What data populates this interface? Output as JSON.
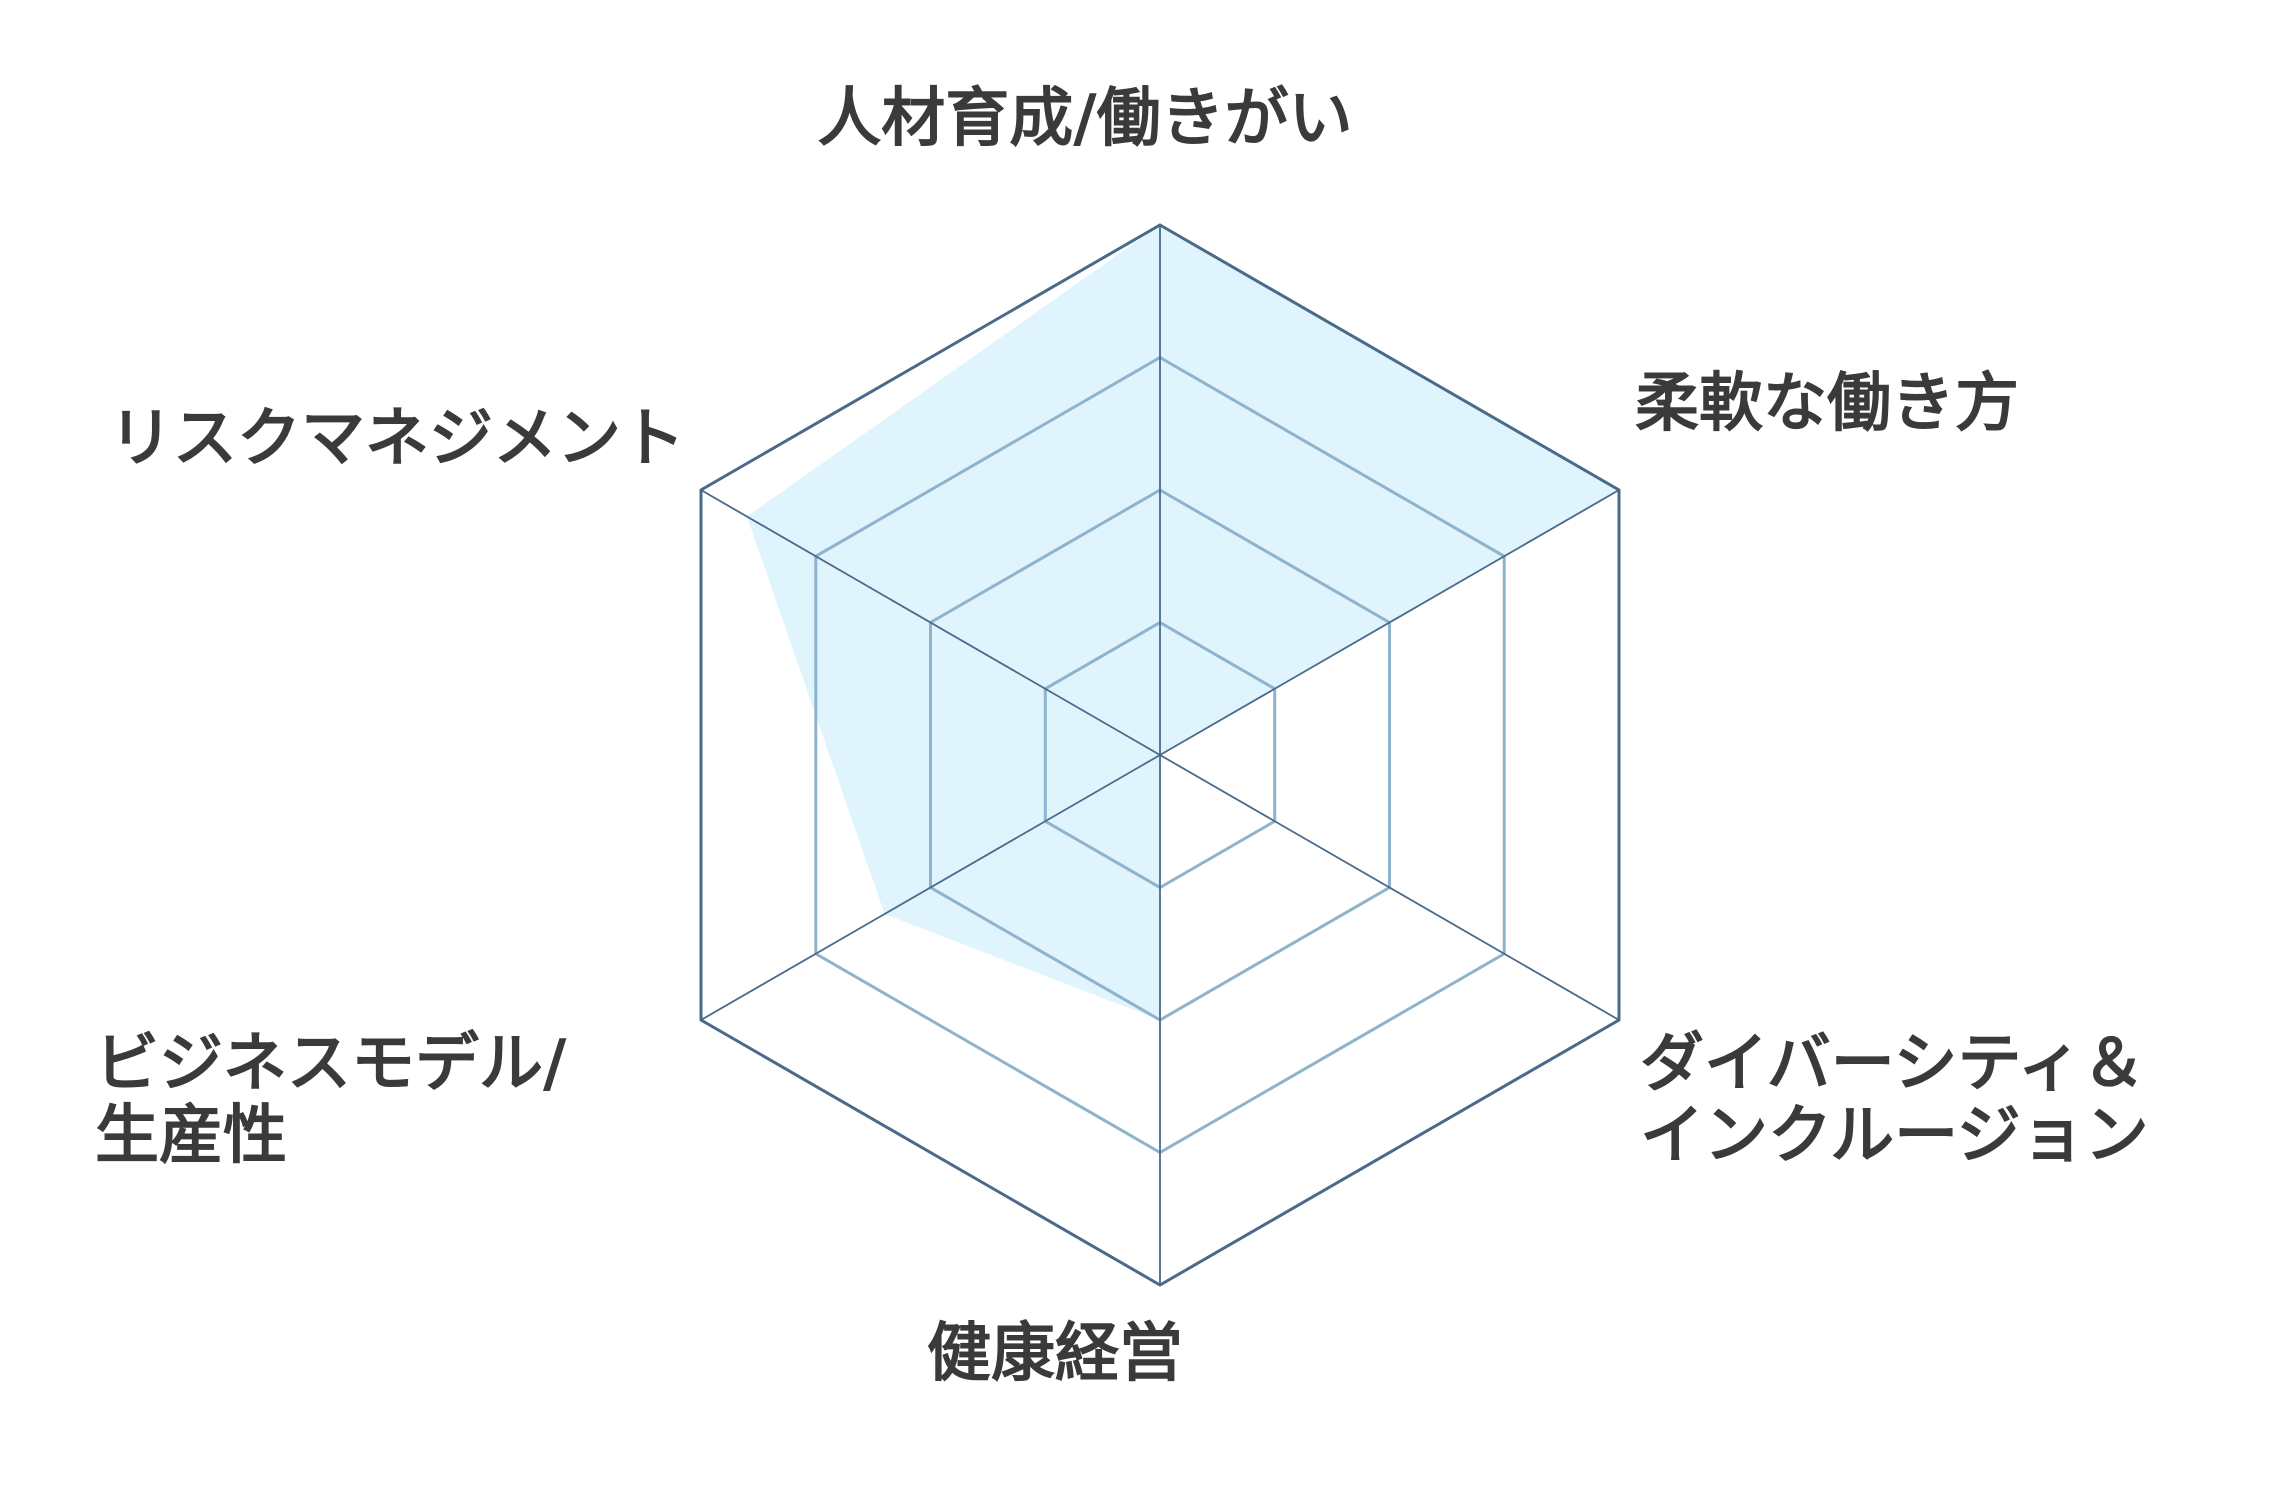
{
  "chart_data": {
    "type": "radar",
    "title": "",
    "axes": [
      {
        "label_lines": [
          "人材育成/働きがい"
        ],
        "value": 1.0
      },
      {
        "label_lines": [
          "柔軟な働き方"
        ],
        "value": 1.0
      },
      {
        "label_lines": [
          "ダイバーシティ＆",
          "インクルージョン"
        ],
        "value": 0.0
      },
      {
        "label_lines": [
          "健康経営"
        ],
        "value": 0.5
      },
      {
        "label_lines": [
          "ビジネスモデル/",
          "生産性"
        ],
        "value": 0.6
      },
      {
        "label_lines": [
          "リスクマネジメント"
        ],
        "value": 0.9
      }
    ],
    "range": [
      0,
      1
    ],
    "rings": 4,
    "grid": true,
    "colors": {
      "fill": "#d9f2fd",
      "outer_ring": "#4a6a8a",
      "inner_ring": "#8fb3cc",
      "spoke": "#4a6a8a",
      "label": "#3a3a3a"
    }
  }
}
